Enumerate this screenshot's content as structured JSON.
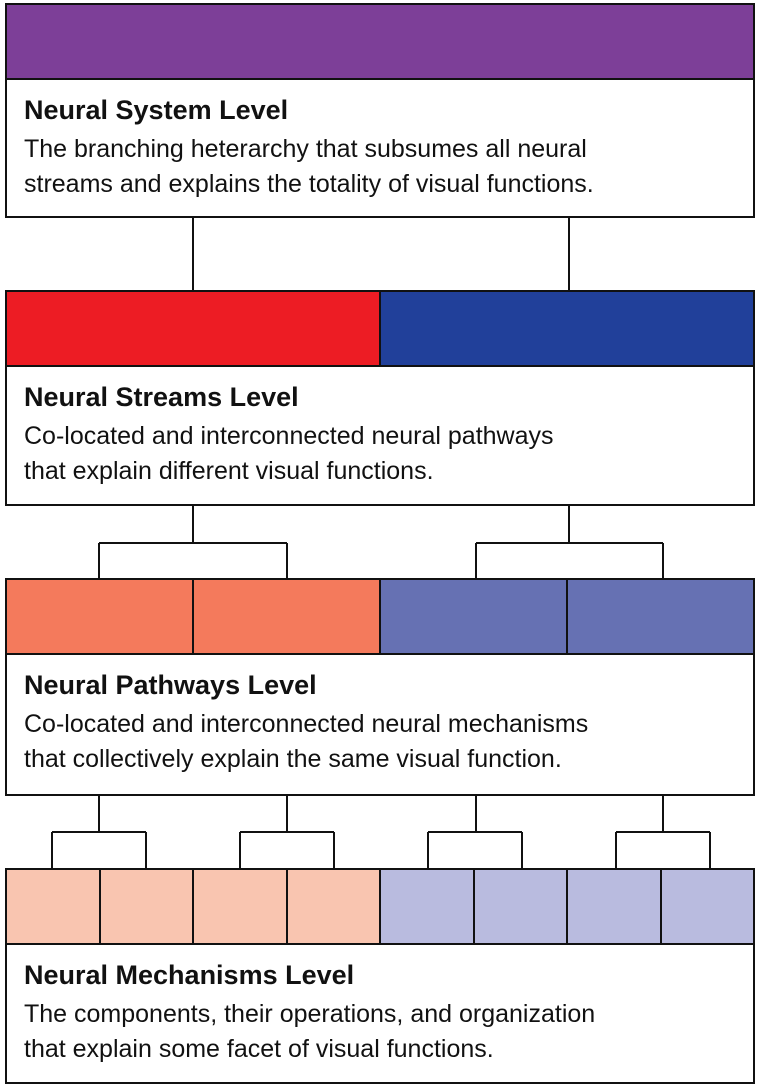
{
  "levels": [
    {
      "title": "Neural System Level",
      "description_lines": [
        "The branching heterarchy that subsumes all neural",
        "streams and explains the totality of visual functions."
      ],
      "colors": [
        "#7d3f98"
      ]
    },
    {
      "title": "Neural Streams Level",
      "description_lines": [
        "Co-located and interconnected neural pathways",
        "that explain different visual functions."
      ],
      "colors": [
        "#ed1c24",
        "#21409a"
      ]
    },
    {
      "title": "Neural Pathways Level",
      "description_lines": [
        "Co-located and interconnected neural mechanisms",
        "that collectively explain the same visual function."
      ],
      "colors": [
        "#f47a5c",
        "#f47a5c",
        "#6671b3",
        "#6671b3"
      ]
    },
    {
      "title": "Neural Mechanisms Level",
      "description_lines": [
        "The components, their operations, and organization",
        "that explain some facet of visual functions."
      ],
      "colors": [
        "#f9c5b0",
        "#f9c5b0",
        "#f9c5b0",
        "#f9c5b0",
        "#b9bbdf",
        "#b9bbdf",
        "#b9bbdf",
        "#b9bbdf"
      ]
    }
  ]
}
